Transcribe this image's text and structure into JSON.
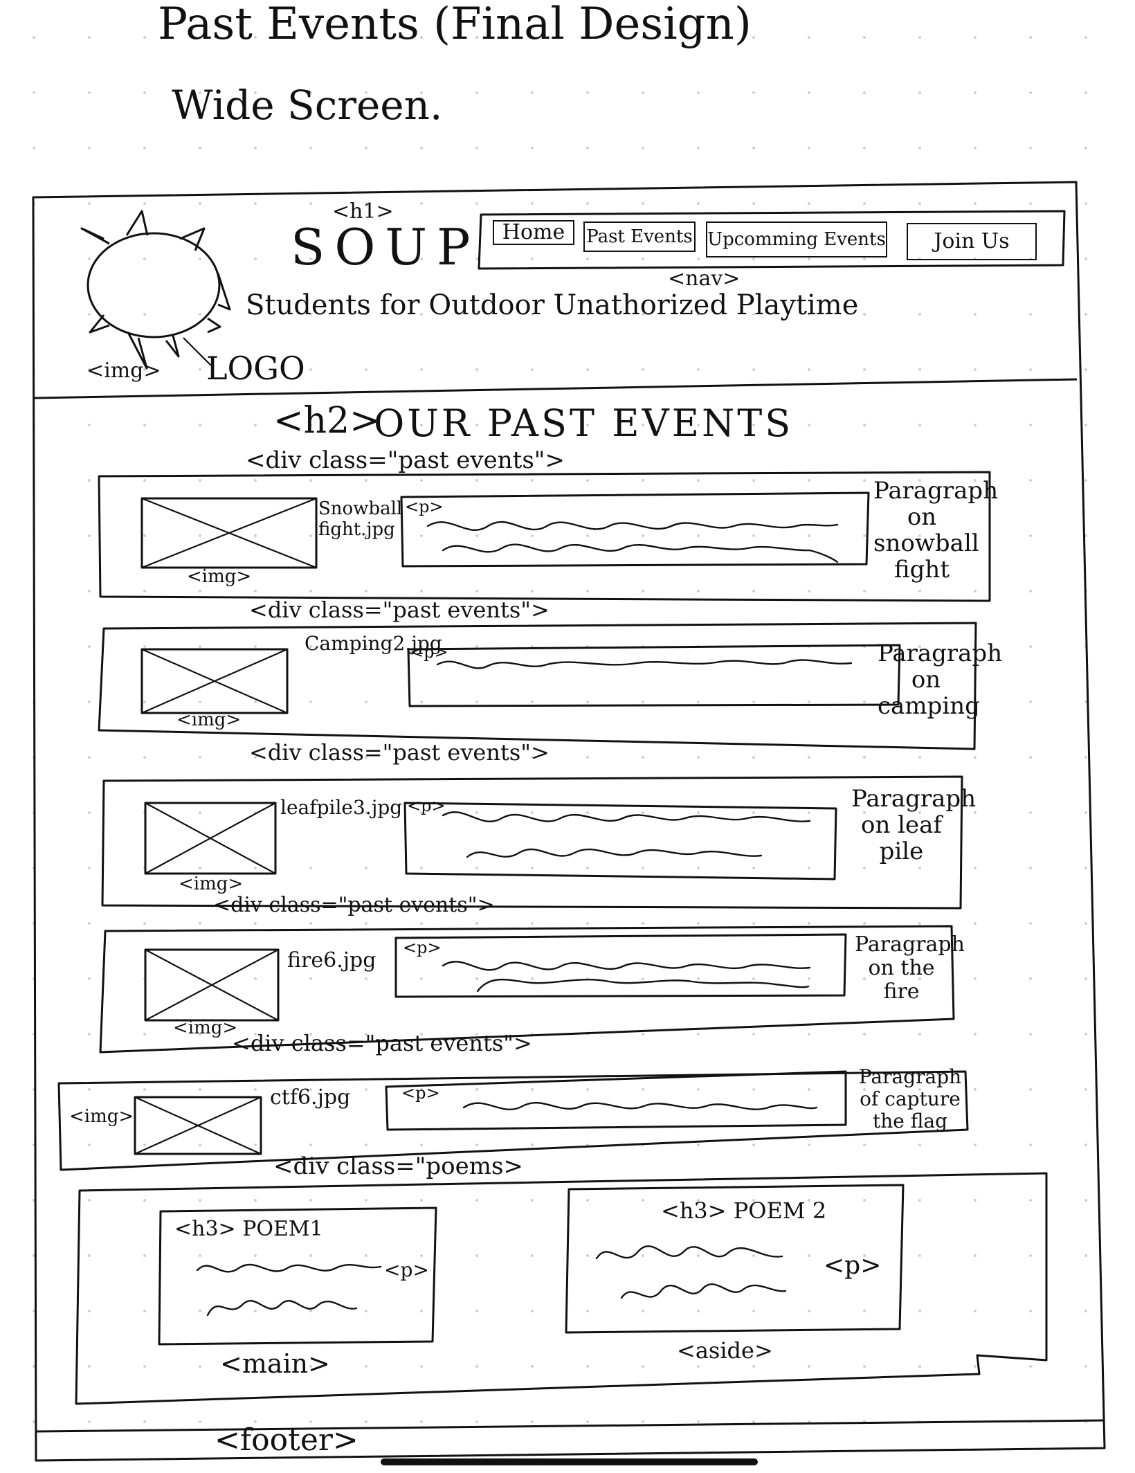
{
  "heading": {
    "line1": "Past Events (Final Design)",
    "line2": "Wide Screen."
  },
  "header": {
    "h1_tag": "<h1>",
    "site_name": "SOUP",
    "tagline": "Students for Outdoor Unathorized Playtime",
    "img_tag": "<img>",
    "logo_label": "LOGO",
    "nav_tag": "<nav>",
    "nav_items": [
      "Home",
      "Past Events",
      "Upcomming Events",
      "Join Us"
    ]
  },
  "main": {
    "h2_tag": "<h2>",
    "h2_text": "OUR PAST EVENTS",
    "events": [
      {
        "div_label": "<div class=\"past events\">",
        "file": "Snowball fight.jpg",
        "img_tag": "<img>",
        "p_tag": "<p>",
        "note": "Paragraph on snowball fight"
      },
      {
        "div_label": "<div class=\"past events\">",
        "file": "Camping2.jpg",
        "img_tag": "<img>",
        "p_tag": "<p>",
        "note": "Paragraph on camping"
      },
      {
        "div_label": "<div class=\"past events\">",
        "file": "leafpile3.jpg",
        "img_tag": "<img>",
        "p_tag": "<p>",
        "note": "Paragraph on leaf pile"
      },
      {
        "div_label": "<div class=\"past events\">",
        "file": "fire6.jpg",
        "img_tag": "<img>",
        "p_tag": "<p>",
        "note": "Paragraph on the fire"
      },
      {
        "div_label": "<div class=\"past events\">",
        "file": "ctf6.jpg",
        "img_tag": "<img>",
        "p_tag": "<p>",
        "note": "Paragraph of capture the flag"
      }
    ],
    "poems": {
      "div_label": "<div class=\"poems>",
      "poem1": {
        "title": "<h3> POEM1",
        "p_tag": "<p>",
        "container_tag": "<main>"
      },
      "poem2": {
        "title": "<h3> POEM 2",
        "p_tag": "<p>",
        "container_tag": "<aside>"
      }
    }
  },
  "footer": {
    "tag": "<footer>"
  }
}
